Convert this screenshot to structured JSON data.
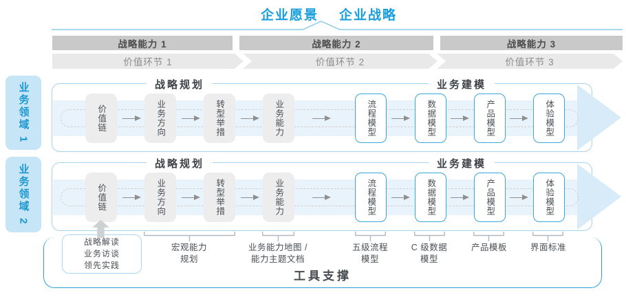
{
  "header": {
    "vision": "企业愿景",
    "strategy": "企业战略"
  },
  "bars": {
    "capabilities": [
      {
        "label": "战略能力 1"
      },
      {
        "label": "战略能力 2"
      },
      {
        "label": "战略能力 3"
      }
    ],
    "value_links": [
      {
        "label": "价值环节 1"
      },
      {
        "label": "价值环节 2"
      },
      {
        "label": "价值环节 3"
      }
    ]
  },
  "domains": [
    {
      "label": "业务领域 1"
    },
    {
      "label": "业务领域 2"
    }
  ],
  "rows": [
    {
      "planning_title": "战略规划",
      "modeling_title": "业务建模",
      "boxes": [
        {
          "label": "价值链",
          "type": "gray"
        },
        {
          "label": "业务方向",
          "type": "gray"
        },
        {
          "label": "转型举措",
          "type": "gray"
        },
        {
          "label": "业务能力",
          "type": "gray"
        },
        {
          "label": "流程模型",
          "type": "blue"
        },
        {
          "label": "数据模型",
          "type": "blue"
        },
        {
          "label": "产品模型",
          "type": "blue"
        },
        {
          "label": "体验模型",
          "type": "blue"
        }
      ]
    },
    {
      "planning_title": "战略规划",
      "modeling_title": "业务建模",
      "boxes": [
        {
          "label": "价值链",
          "type": "gray"
        },
        {
          "label": "业务方向",
          "type": "gray"
        },
        {
          "label": "转型举措",
          "type": "gray"
        },
        {
          "label": "业务能力",
          "type": "gray"
        },
        {
          "label": "流程模型",
          "type": "blue"
        },
        {
          "label": "数据模型",
          "type": "blue"
        },
        {
          "label": "产品模型",
          "type": "blue"
        },
        {
          "label": "体验模型",
          "type": "blue"
        }
      ]
    }
  ],
  "annotations": {
    "insight_box": {
      "lines": [
        "战略解读",
        "业务访谈",
        "领先实践"
      ]
    },
    "labels": [
      {
        "lines": [
          "宏观能力",
          "规划"
        ]
      },
      {
        "lines": [
          "业务能力地图 /",
          "能力主题文档"
        ]
      },
      {
        "lines": [
          "五级流程",
          "模型"
        ]
      },
      {
        "lines": [
          "C 级数据",
          "模型"
        ]
      },
      {
        "lines": [
          "产品模板"
        ]
      },
      {
        "lines": [
          "界面标准"
        ]
      }
    ]
  },
  "tools": {
    "label": "工具支撑"
  },
  "palette": {
    "accent_blue": "#189edc",
    "panel_border_blue": "#a6d3ec",
    "band_blue": "#e9f3fb",
    "arrowhead_blue": "#d7ebf8",
    "tab_bg_blue": "#c6e6f7",
    "capability_bar_gray": "#c9c9c9",
    "value_bar_gray": "#e9e9e9",
    "box_gray": "#ededed",
    "blue_box_border": "#38a6db",
    "toolbox_border": "#2aa1db",
    "dark_text": "#4a4f54"
  }
}
